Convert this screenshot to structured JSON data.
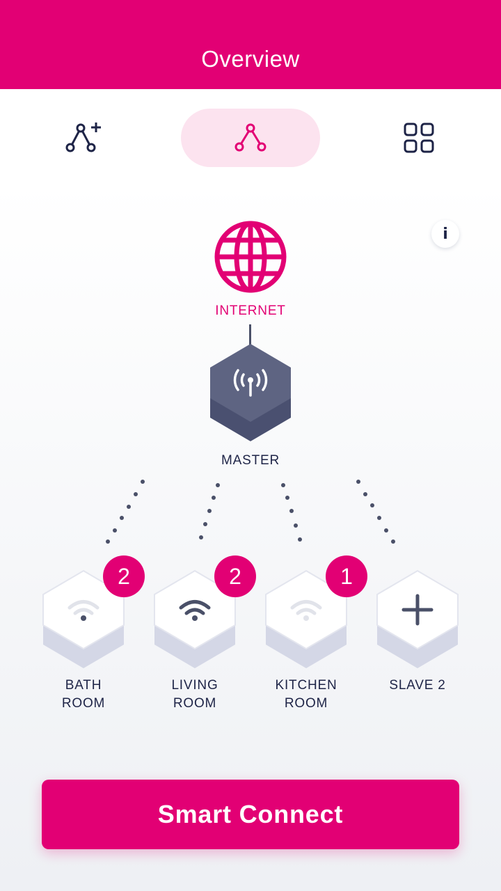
{
  "header": {
    "title": "Overview"
  },
  "tabs": [
    {
      "icon": "add-node-icon",
      "active": false
    },
    {
      "icon": "network-topology-icon",
      "active": true
    },
    {
      "icon": "grid-icon",
      "active": false
    }
  ],
  "info": {
    "label": "i",
    "icon": "info-icon"
  },
  "internet": {
    "label": "INTERNET",
    "icon": "globe-icon"
  },
  "master": {
    "label": "MASTER",
    "icon": "antenna-icon"
  },
  "rooms": [
    {
      "line1": "BATH",
      "line2": "ROOM",
      "badge": "2",
      "icon": "wifi-weak-icon"
    },
    {
      "line1": "LIVING",
      "line2": "ROOM",
      "badge": "2",
      "icon": "wifi-strong-icon"
    },
    {
      "line1": "KITCHEN",
      "line2": "ROOM",
      "badge": "1",
      "icon": "wifi-weak-icon"
    },
    {
      "line1": "SLAVE 2",
      "line2": "",
      "badge": "",
      "icon": "plus-icon"
    }
  ],
  "action": {
    "label": "Smart Connect"
  },
  "colors": {
    "brand": "#e20074",
    "navy": "#1e2447",
    "tab_active_bg": "#fce3ef"
  }
}
